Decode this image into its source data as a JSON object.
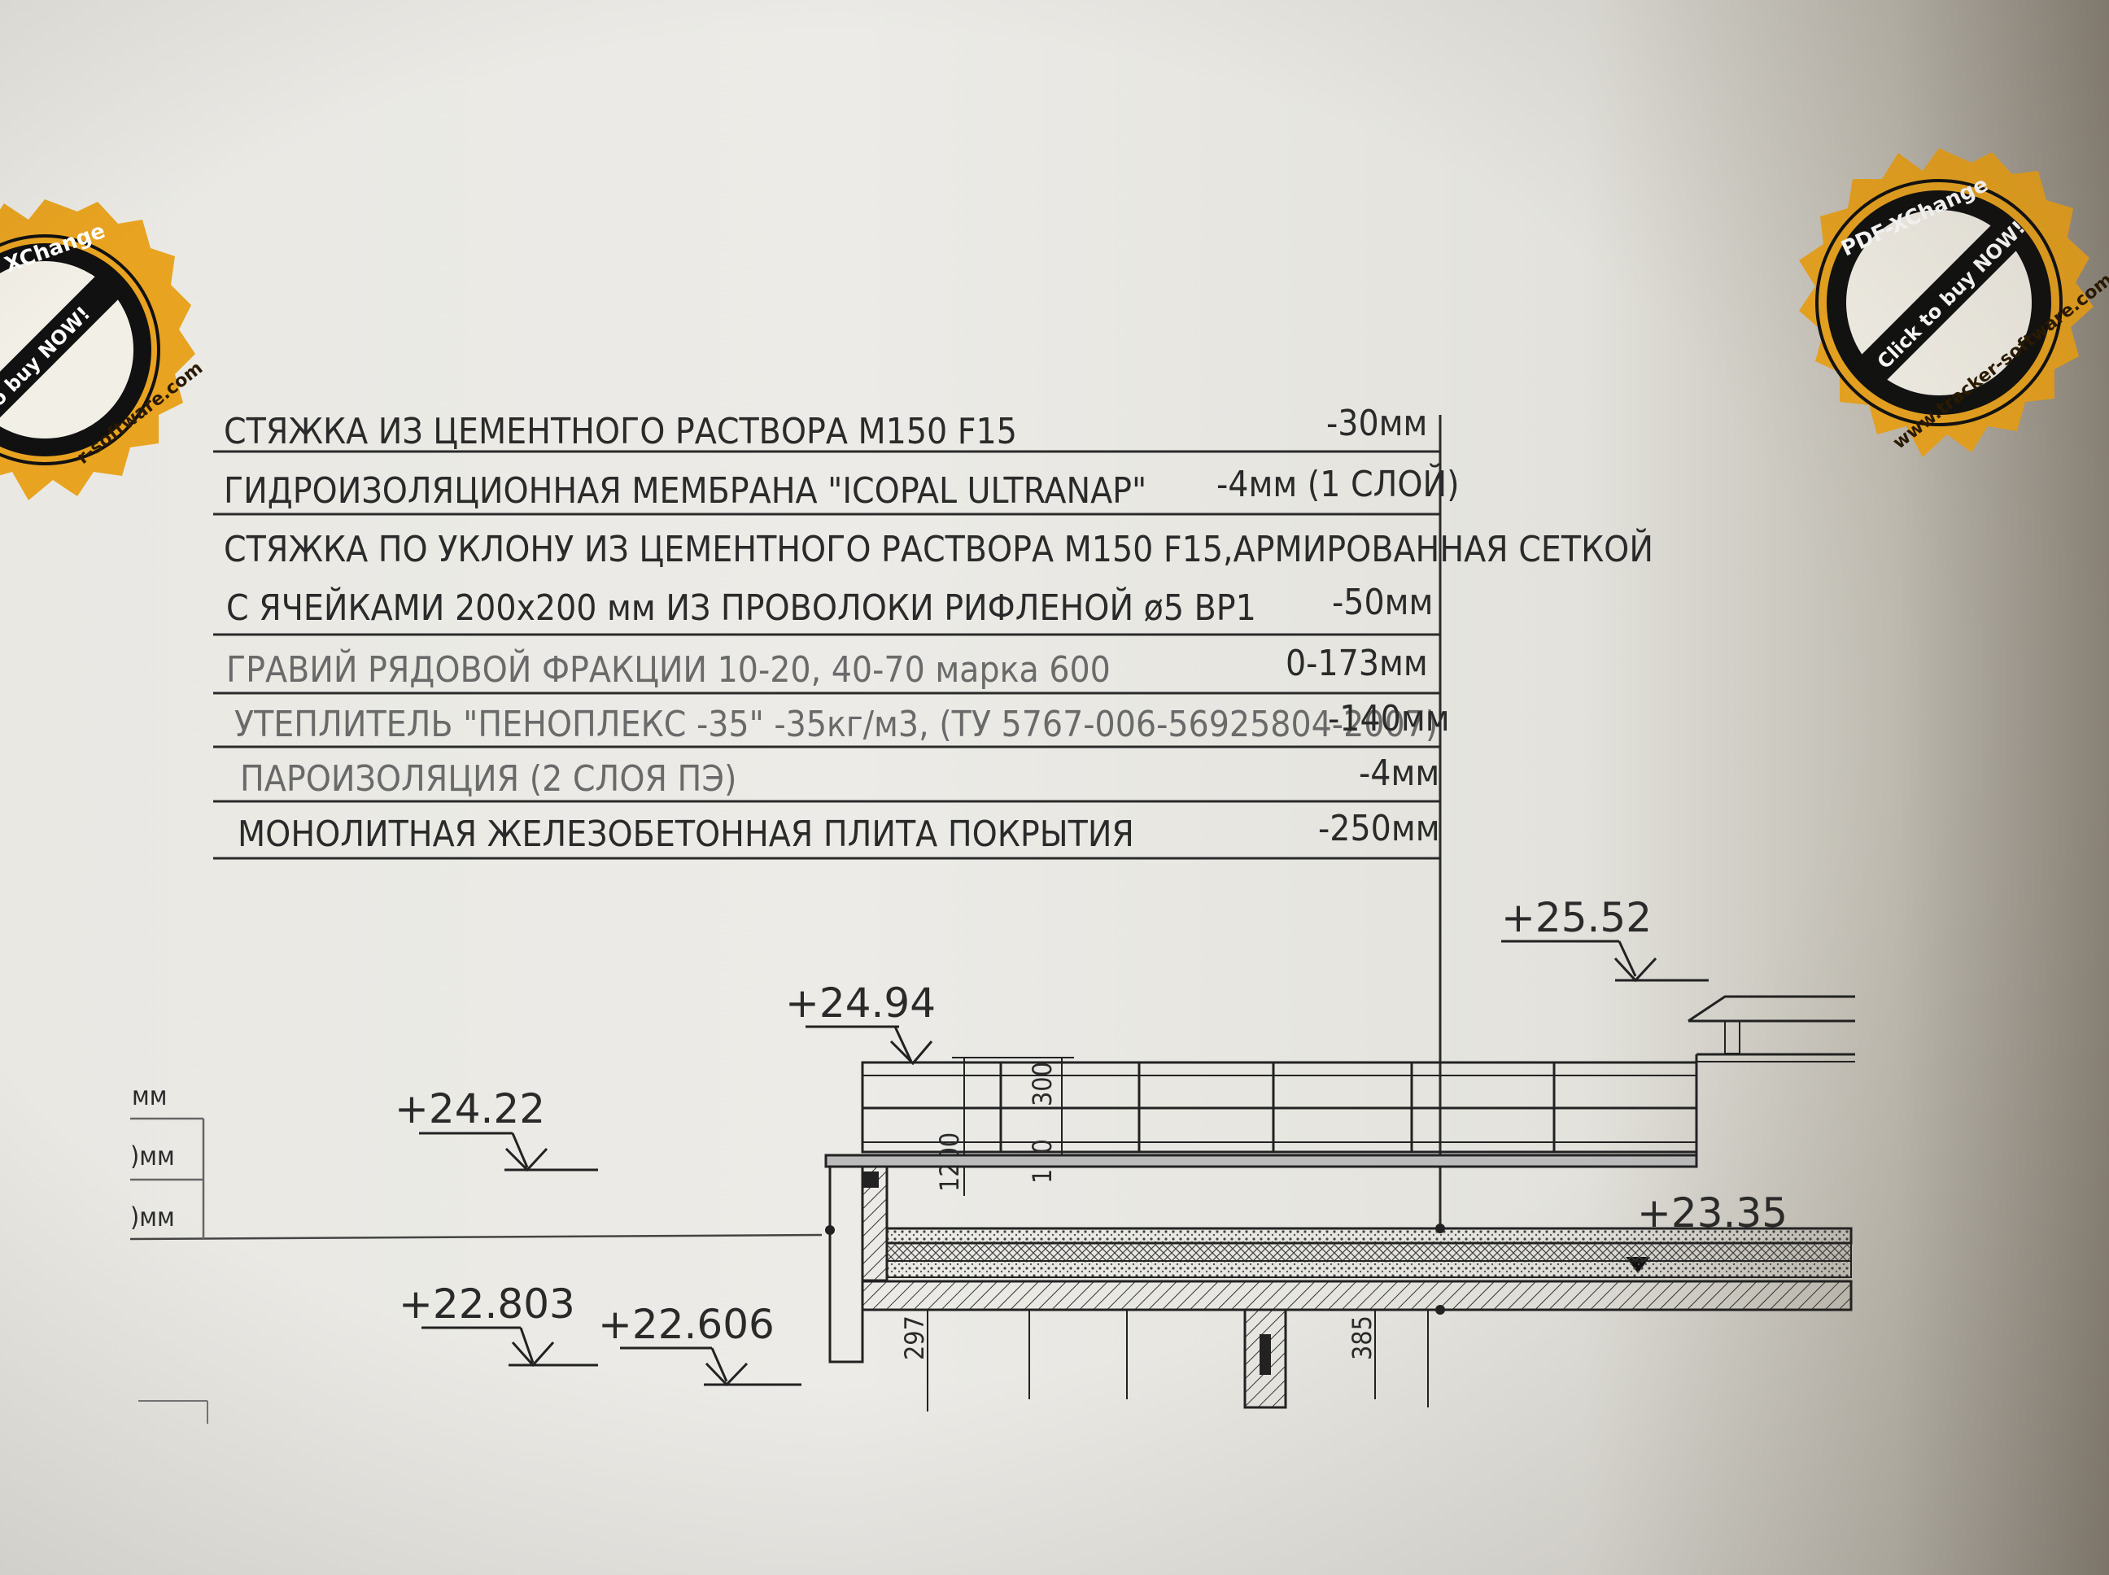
{
  "spec_table": {
    "layers": [
      {
        "name": "СТЯЖКА ИЗ ЦЕМЕНТНОГО РАСТВОРА М150 F15",
        "thickness": "-30мм"
      },
      {
        "name": "ГИДРОИЗОЛЯЦИОННАЯ МЕМБРАНА \"ICOPAL ULTRANAP\"",
        "thickness": "-4мм (1 СЛОЙ)"
      },
      {
        "name": "СТЯЖКА  ПО УКЛОНУ ИЗ ЦЕМЕНТНОГО РАСТВОРА М150 F15,АРМИРОВАННАЯ СЕТКОЙ",
        "name_line2": "С ЯЧЕЙКАМИ 200х200 мм ИЗ ПРОВОЛОКИ РИФЛЕНОЙ ø5 ВР1",
        "thickness": "-50мм"
      },
      {
        "name": "ГРАВИЙ РЯДОВОЙ ФРАКЦИИ 10-20, 40-70 марка 600",
        "thickness": "0-173мм"
      },
      {
        "name": "УТЕПЛИТЕЛЬ \"ПЕНОПЛЕКС -35\" -35кг/м3, (ТУ 5767-006-56925804-2007)",
        "thickness": "-140мм"
      },
      {
        "name": "ПАРОИЗОЛЯЦИЯ (2 СЛОЯ ПЭ)",
        "thickness": "-4мм"
      },
      {
        "name": "МОНОЛИТНАЯ ЖЕЛЕЗОБЕТОННАЯ ПЛИТА ПОКРЫТИЯ",
        "thickness": "-250мм"
      }
    ]
  },
  "elevations": {
    "e1": "+25.52",
    "e2": "+24.94",
    "e3": "+24.22",
    "e4": "+23.35",
    "e5": "+22.803",
    "e6": "+22.606"
  },
  "dimensions": {
    "d1": "300",
    "d2": "1200",
    "d3": "100",
    "d4": "297",
    "d5": "385"
  },
  "left_fragment": {
    "r1": "мм",
    "r2": ")мм",
    "r3": ")мм"
  },
  "stamps": {
    "brand": "PDF-XChange",
    "cta": "Click to buy NOW!",
    "url": "www.tracker-software.com",
    "left_brand_fragment": "XChange",
    "left_cta_fragment": "o buy NOW!",
    "left_url_fragment": "r-software.com",
    "gear_color": "#e8a320",
    "ring_color": "#111111"
  }
}
